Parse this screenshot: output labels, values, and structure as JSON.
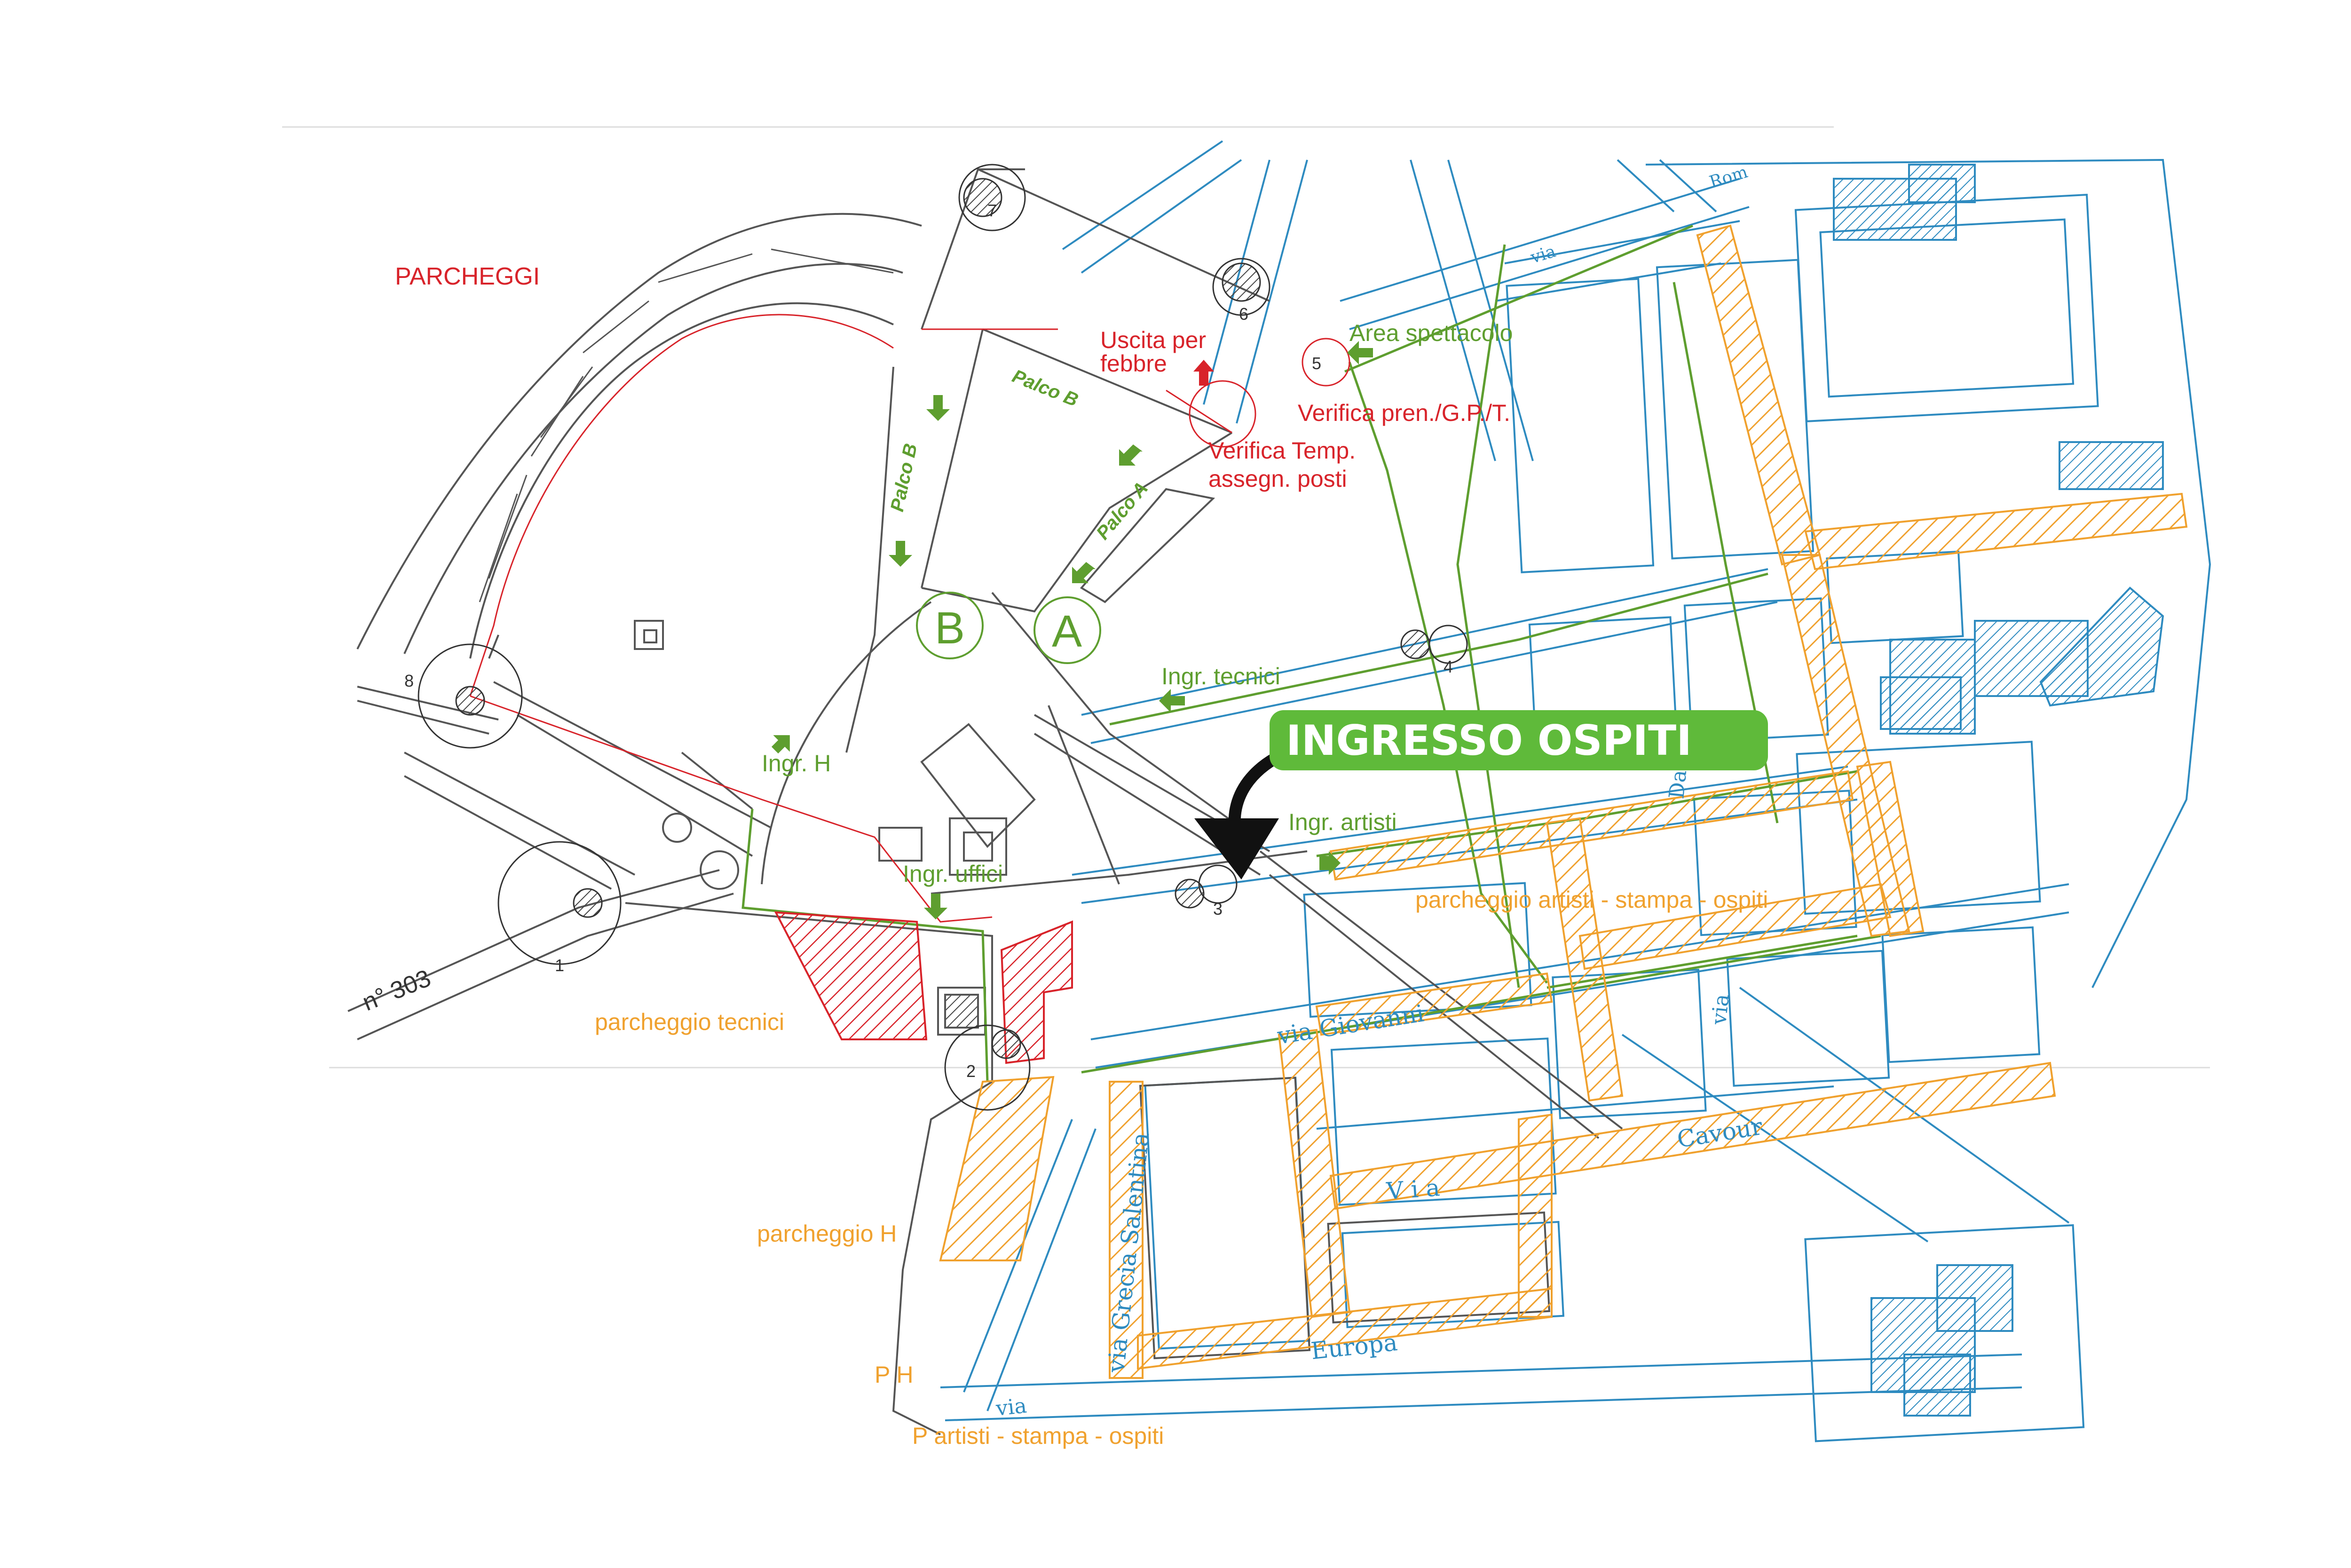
{
  "legend": {
    "parcheggi": "PARCHEGGI"
  },
  "badge": {
    "text": "INGRESSO OSPITI",
    "color": "#5fba3a"
  },
  "colors": {
    "red": "#d8232a",
    "green": "#5e9e2f",
    "orange": "#f0a12e",
    "blue": "#2e8bc0"
  },
  "labels": {
    "uscita_febbre_1": "Uscita per",
    "uscita_febbre_2": "febbre",
    "area_spettacolo": "Area spettacolo",
    "verifica_pren": "Verifica pren./G.P./T.",
    "verifica_temp_1": "Verifica Temp.",
    "verifica_temp_2": "assegn. posti",
    "palco_a": "Palco A",
    "palco_b_1": "Palco B",
    "palco_b_2": "Palco B",
    "stage_a": "A",
    "stage_b": "B",
    "ingr_tecnici": "Ingr. tecnici",
    "ingr_h": "Ingr. H",
    "ingr_artisti": "Ingr. artisti",
    "ingr_uffici": "Ingr. uffici",
    "parcheggio_artisti": "parcheggio artisti - stampa - ospiti",
    "parcheggio_tecnici": "parcheggio tecnici",
    "parcheggio_h": "parcheggio H",
    "p_h": "P H",
    "p_artisti": "P artisti - stampa - ospiti"
  },
  "streets": {
    "via_giovanni": "via   Giovanni",
    "via_cavour": "Cavour",
    "via_v": "V i a",
    "via_europa": "Europa",
    "via_grecia": "via Grecia Salentina",
    "via_bottom": "via",
    "via_top": "via",
    "rom": "Rom",
    "da": "Da",
    "via_right": "via",
    "road_303": "n° 303"
  },
  "checkpoints": [
    "1",
    "2",
    "3",
    "4",
    "5",
    "6",
    "7",
    "8"
  ]
}
